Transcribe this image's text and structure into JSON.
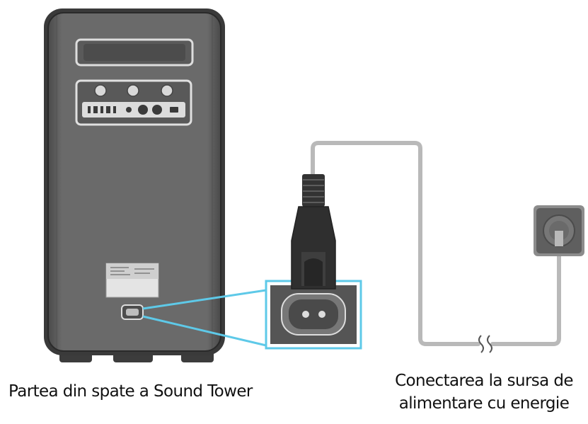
{
  "captions": {
    "speaker_back": "Partea din spate a Sound Tower",
    "power_connection_line1": "Conectarea la sursa de",
    "power_connection_line2": "alimentare cu energie"
  },
  "colors": {
    "speaker_body": "#6d6d6d",
    "speaker_outline": "#2e2e2e",
    "highlight": "#5ec9e8",
    "cable": "#b9b9b9",
    "outlet": "#5f5f5f"
  }
}
